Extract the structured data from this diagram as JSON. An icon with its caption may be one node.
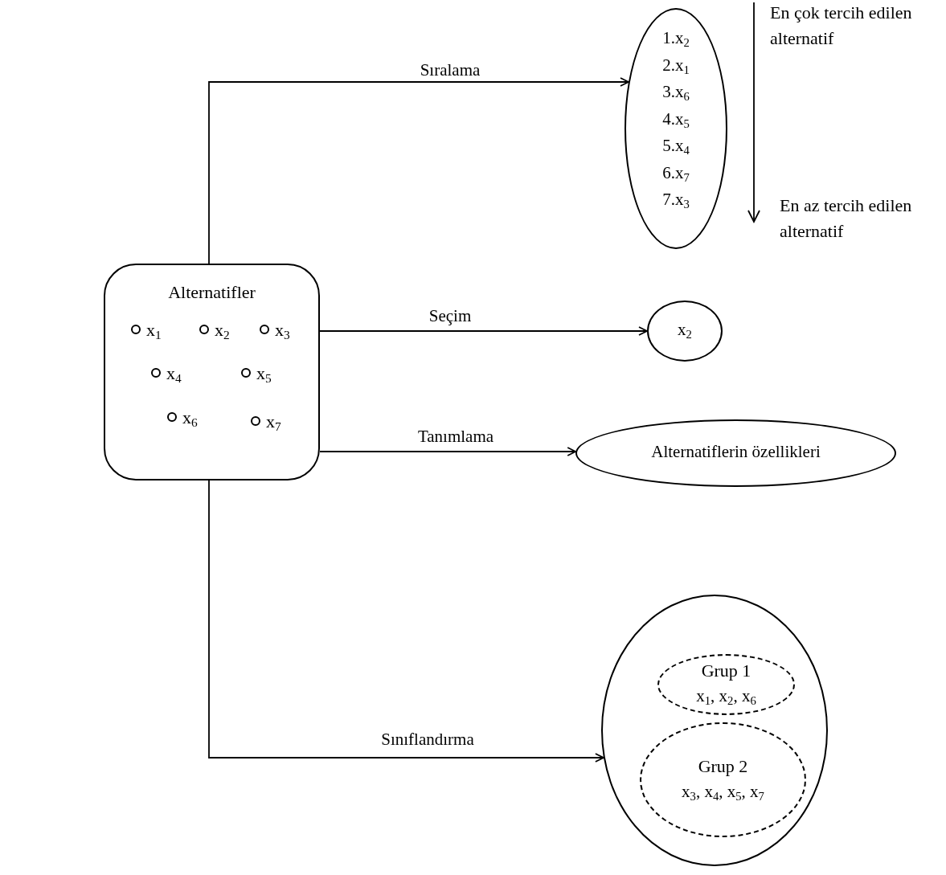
{
  "diagram": {
    "nodes": [
      {
        "text": [
          "Alternatifler",
          "x$_{1}$",
          "x$_{2}$",
          "x$_{3}$",
          "x$_{4}$",
          "x$_{5}$",
          "x$_{6}$",
          "x$_{7}$"
        ]
      },
      {
        "text": [
          "1.x$_{2}$",
          "2.x$_{1}$",
          "3.x$_{6}$",
          "4.x$_{5}$",
          "5.x$_{4}$",
          "6.x$_{7}$",
          "7.x$_{3}$"
        ]
      },
      {
        "text": [
          "x$_{2}$"
        ]
      },
      {
        "text": [
          "Alternatiflerin özellikleri"
        ]
      },
      {
        "text": [],
        "shape": "ellipse"
      },
      {
        "text": [
          "Grup 1",
          "x$_{1}$, x$_{2}$, x$_{6}$"
        ],
        "in": 4
      },
      {
        "text": [
          "Grup 2",
          "x$_{3}$, x$_{4}$, x$_{5}$, x$_{7}$"
        ],
        "in": 4
      }
    ],
    "edges": [
      {
        "from": 0,
        "to": 1,
        "arrow": "to",
        "label": "Sıralama"
      },
      {
        "from": 0,
        "to": 2,
        "arrow": "to",
        "label": "Seçim"
      },
      {
        "from": 0,
        "to": 3,
        "arrow": "to",
        "label": "Tanımlama"
      },
      {
        "from": 0,
        "to": 4,
        "arrow": "to",
        "label": "Sınıflandırma"
      }
    ],
    "labels": [
      "En çok tercih edilen alternatif",
      "En az tercih edilen alternatif"
    ]
  }
}
